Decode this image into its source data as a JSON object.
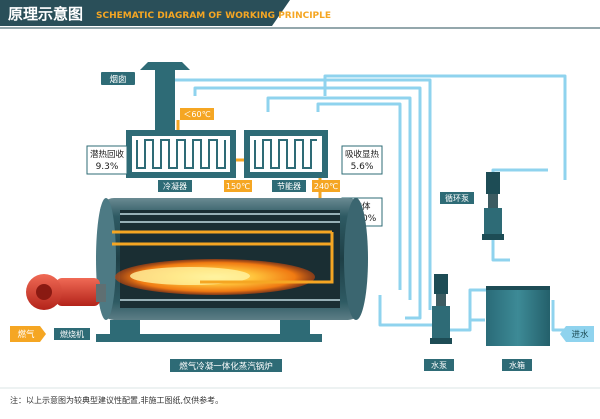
{
  "header": {
    "title_cn": "原理示意图",
    "title_en": "SCHEMATIC DIAGRAM OF WORKING PRINCIPLE"
  },
  "labels": {
    "chimney": "烟囱",
    "condenser": "冷凝器",
    "economizer": "节能器",
    "burner": "燃烧机",
    "boiler": "燃气冷凝一体化蒸汽锅炉",
    "circ_pump": "循环泵",
    "water_pump": "水泵",
    "water_tank": "水箱"
  },
  "temps": {
    "exhaust": "＜60℃",
    "mid": "150℃",
    "hot": "240℃"
  },
  "heat": {
    "latent_label": "潜热回收",
    "latent_value": "9.3%",
    "sensible_label": "吸收显热",
    "sensible_value": "5.6%",
    "body_label": "本体",
    "body_value": "90.0%"
  },
  "arrows": {
    "gas_in": "燃气",
    "water_in": "进水"
  },
  "footer": {
    "note": "注：以上示意图为较典型建议性配置,非施工图纸,仅供参考。"
  },
  "colors": {
    "header_dark": "#2a4f59",
    "header_text": "#ffffff",
    "header_accent": "#f5a623",
    "pipe_blue": "#8fd3ee",
    "pipe_orange": "#f5a623",
    "equipment": "#2e6b76",
    "equipment_dark": "#1d4c55",
    "label_bg": "#2e6b76",
    "burner_red": "#d93a2b"
  },
  "icons": {
    "arrow_right": "arrow-right-icon",
    "arrow_left": "arrow-left-icon"
  }
}
